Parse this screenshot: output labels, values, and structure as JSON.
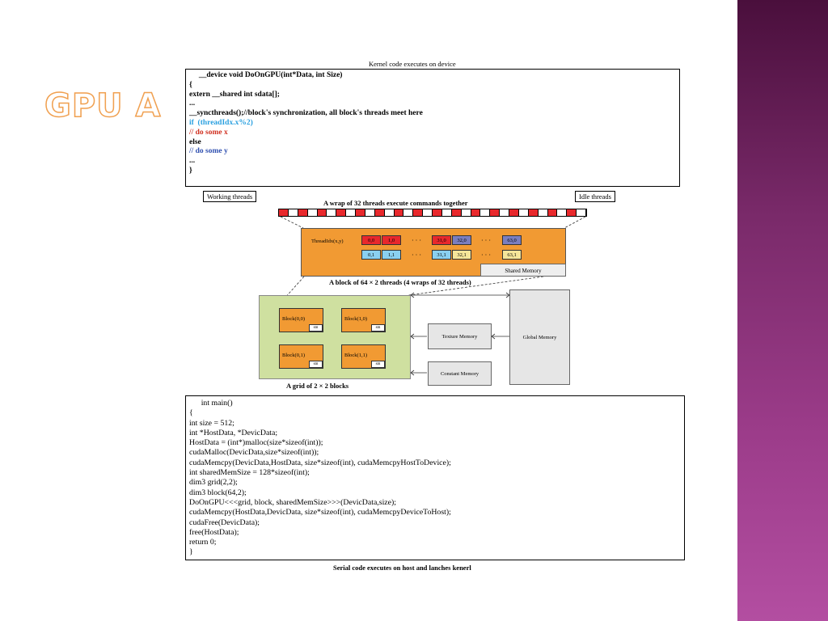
{
  "slide": {
    "title": "GPU A"
  },
  "diagram": {
    "top_caption": "Kernel code executes on device",
    "kernel_code": [
      {
        "text": "     __device void DoOnGPU(int*Data, int Size)",
        "color": "#000000"
      },
      {
        "text": "{",
        "color": "#000000"
      },
      {
        "text": "extern __shared int sdata[];",
        "color": "#000000"
      },
      {
        "text": "...",
        "color": "#000000"
      },
      {
        "text": "__syncthreads();//block's synchronization, all block's threads meet here",
        "color": "#000000"
      },
      {
        "text": "if  (threadIdx.x%2)",
        "color": "#2aa0e0"
      },
      {
        "text": "// do some x",
        "color": "#d03020"
      },
      {
        "text": "else",
        "color": "#000000"
      },
      {
        "text": "// do some y",
        "color": "#3050b0"
      },
      {
        "text": "...",
        "color": "#000000"
      },
      {
        "text": "}",
        "color": "#000000"
      }
    ],
    "working_threads_label": "Working threads",
    "idle_threads_label": "Idle threads",
    "warp_caption": "A wrap of 32 threads execute commands together",
    "thread_idx_label": "ThreadIdx(x,y)",
    "row1": [
      "0,0",
      "1,0",
      "31,0",
      "32,0",
      "63,0"
    ],
    "row2": [
      "0,1",
      "1,1",
      "31,1",
      "32,1",
      "63,1"
    ],
    "ellipsis": "· · ·",
    "shared_memory_label": "Shared  Memory",
    "block_caption": "A block of 64 × 2 threads (4 wraps of 32 threads)",
    "blocks": [
      "Block(0,0)",
      "Block(1,0)",
      "Block(0,1)",
      "Block(1,1)"
    ],
    "sm_label": "sm",
    "grid_caption": "A grid of 2 × 2 blocks",
    "texture_memory": "Texture Memory",
    "constant_memory": "Constant Memory",
    "global_memory": "Global Memory",
    "host_code": [
      "      int main()",
      "{",
      "int size = 512;",
      "int *HostData, *DevicData;",
      "HostData = (int*)malloc(size*sizeof(int));",
      "cudaMalloc(DevicData,size*sizeof(int));",
      "cudaMemcpy(DevicData,HostData, size*sizeof(int), cudaMemcpyHostToDevice);",
      "int sharedMemSize = 128*sizeof(int);",
      "dim3 grid(2,2);",
      "dim3 block(64,2);",
      "DoOnGPU<<<grid, block, sharedMemSize>>>(DevicData,size);",
      "cudaMemcpy(HostData,DevicData, size*sizeof(int), cudaMemcpyDeviceToHost);",
      "cudaFree(DevicData);",
      "free(HostData);",
      "return 0;",
      "}"
    ],
    "bottom_caption": "Serial code executes on host and lanches kenerl"
  }
}
